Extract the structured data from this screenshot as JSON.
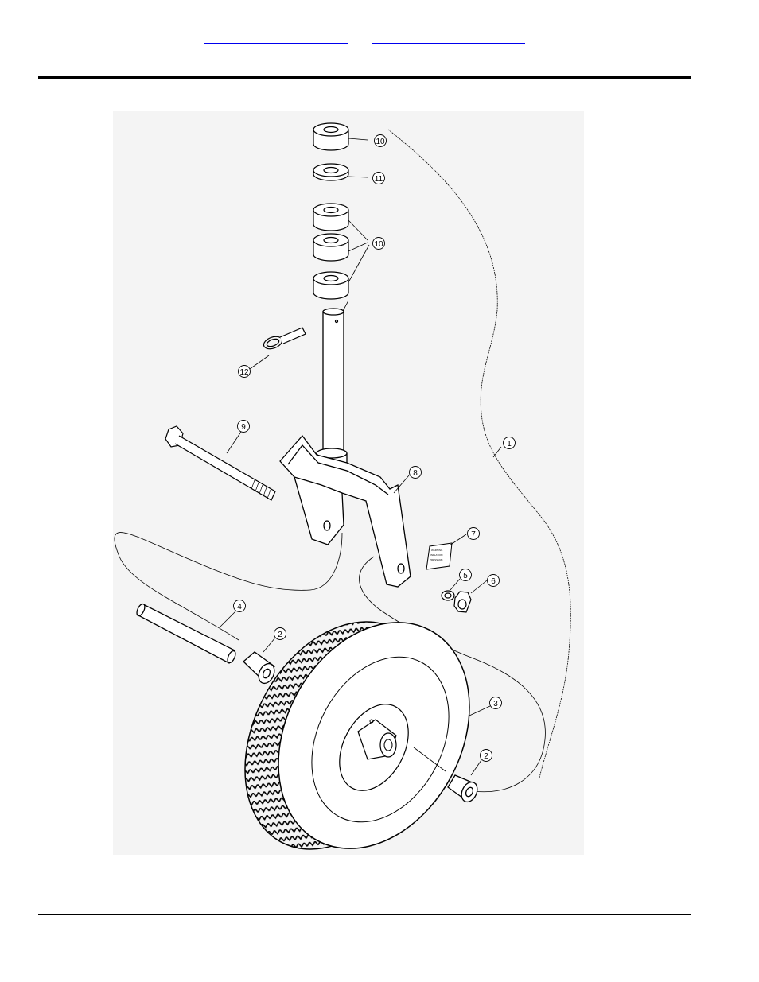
{
  "header": {
    "links": [
      "",
      ""
    ]
  },
  "diagram": {
    "callouts": [
      "1",
      "2",
      "2",
      "3",
      "4",
      "5",
      "6",
      "7",
      "8",
      "9",
      "10",
      "10",
      "11",
      "12"
    ]
  },
  "colors": {
    "link": "#0000ee",
    "rule": "#000000",
    "background": "#ffffff"
  }
}
